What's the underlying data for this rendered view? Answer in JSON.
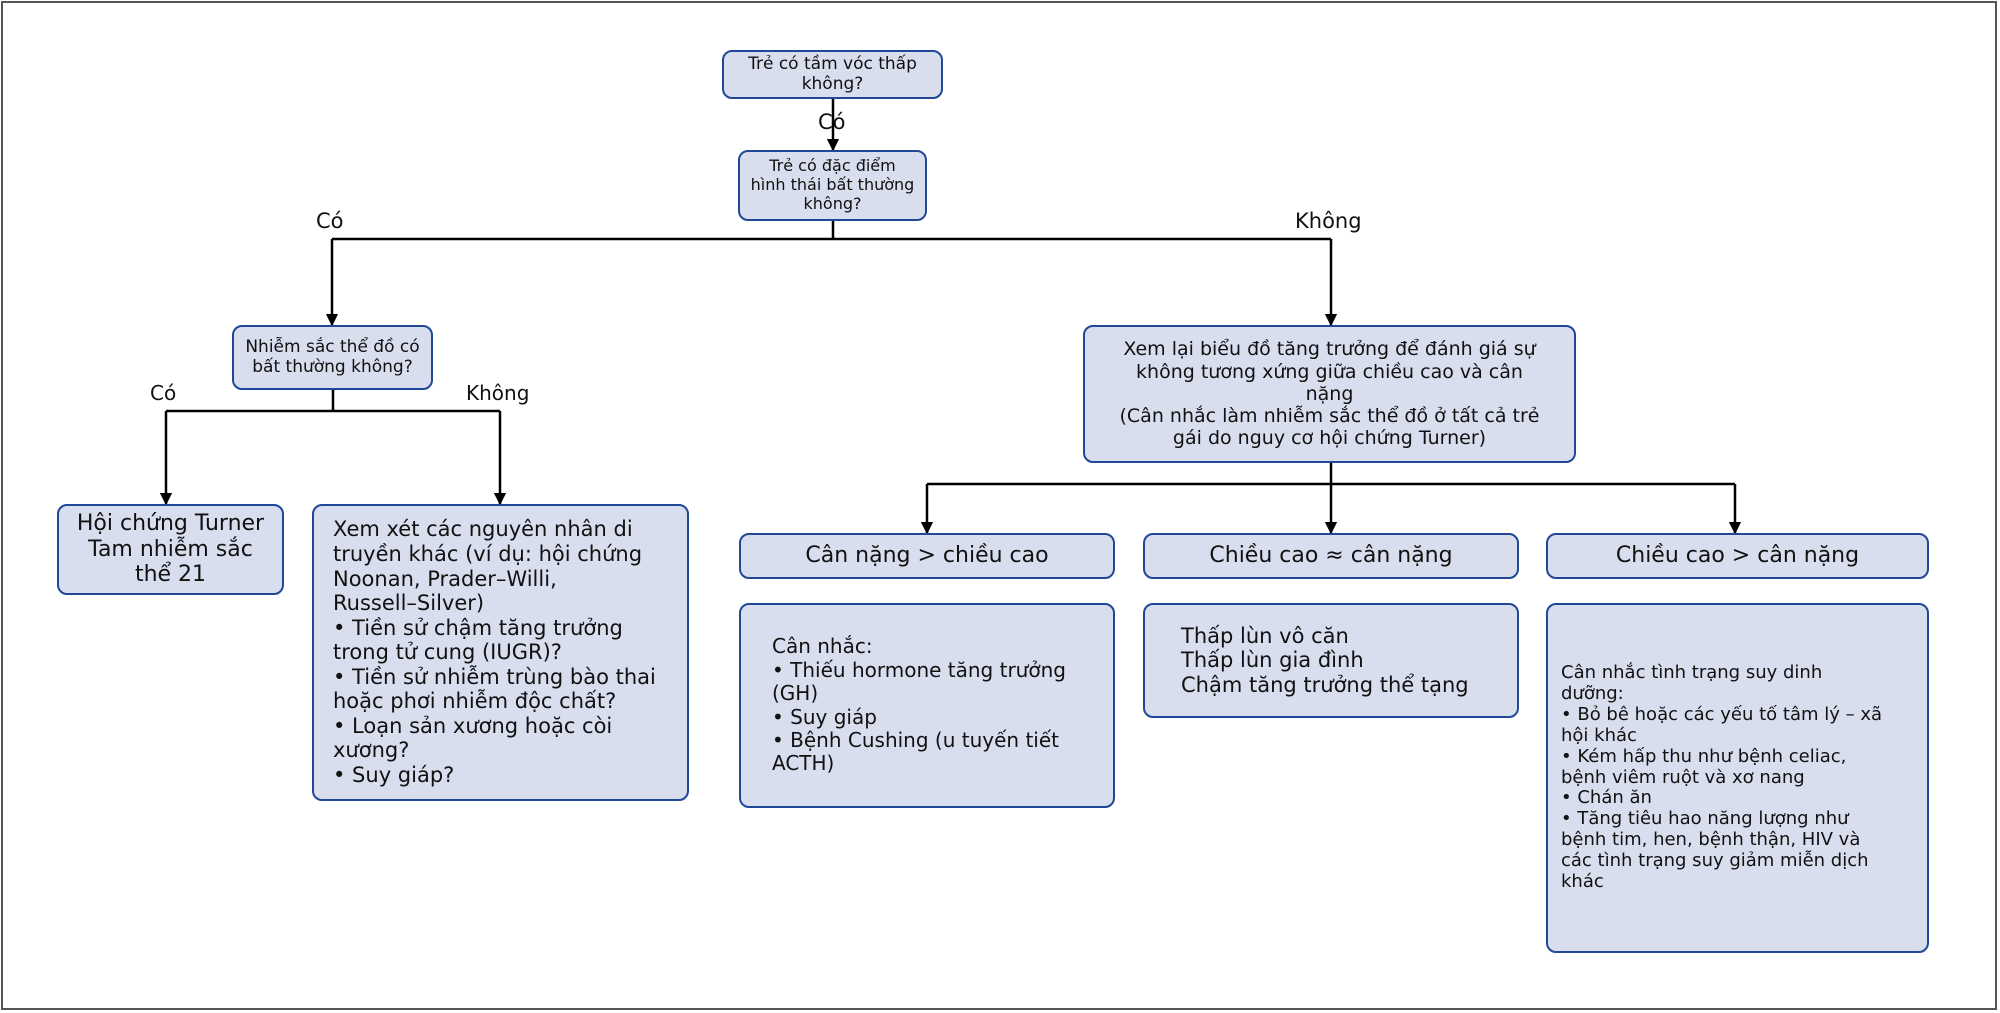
{
  "diagram": {
    "nodes": {
      "q1": "Trẻ có tầm vóc thấp\nkhông?",
      "q2": "Trẻ có đặc điểm\nhình thái bất thường\nkhông?",
      "q3": "Nhiễm sắc thể đồ có\nbất thường không?",
      "review": "Xem lại biểu đồ tăng trưởng để đánh giá sự\nkhông tương xứng giữa chiều cao và cân\nnặng\n(Cân nhắc làm nhiễm sắc thể đồ ở tất cả trẻ\ngái do nguy cơ hội chứng Turner)",
      "turner": "Hội chứng Turner\nTam nhiễm sắc\nthể 21",
      "genetic": "Xem xét các nguyên nhân di\ntruyền khác (ví dụ: hội chứng\nNoonan, Prader–Willi,\nRussell–Silver)\n• Tiền sử chậm tăng trưởng\ntrong tử cung (IUGR)?\n• Tiền sử nhiễm trùng bào thai\nhoặc phơi nhiễm độc chất?\n• Loạn sản xương hoặc còi\nxương?\n• Suy giáp?",
      "wgth": "Cân nặng > chiều cao",
      "heq": "Chiều cao ≈ cân nặng",
      "hgtw": "Chiều cao > cân nặng",
      "endo": "Cân nhắc:\n• Thiếu hormone tăng trưởng\n(GH)\n• Suy giáp\n• Bệnh Cushing (u tuyến tiết\nACTH)",
      "constitutional": "Thấp lùn vô căn\nThấp lùn gia đình\nChậm tăng trưởng thể tạng",
      "malnutrition": "Cân nhắc tình trạng suy dinh\ndưỡng:\n• Bỏ bê hoặc các yếu tố tâm lý – xã\nhội khác\n• Kém hấp thu như bệnh celiac,\nbệnh viêm ruột và xơ nang\n• Chán ăn\n• Tăng tiêu hao năng lượng như\nbệnh tim, hen, bệnh thận, HIV và\ncác tình trạng suy giảm miễn dịch\nkhác"
    },
    "edge_labels": {
      "q1_yes": "Có",
      "q2_yes": "Có",
      "q2_no": "Không",
      "q3_yes": "Có",
      "q3_no": "Không"
    }
  },
  "colors": {
    "box_fill": "#d9deee",
    "box_border": "#1f4897",
    "edge": "#000000",
    "frame": "#555555"
  }
}
